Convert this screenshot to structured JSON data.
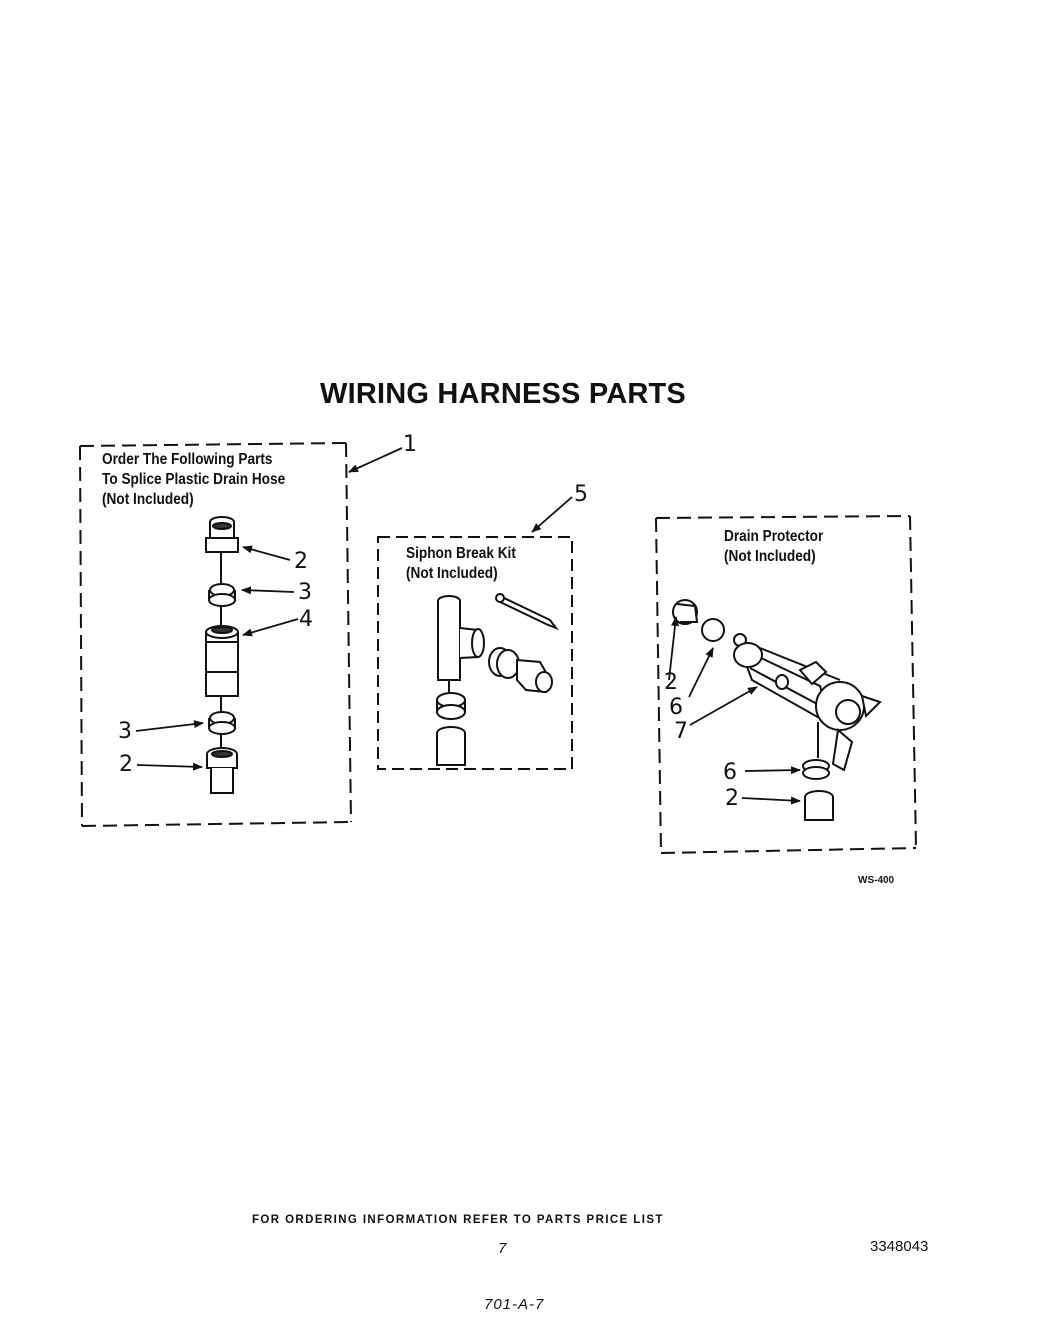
{
  "title": "WIRING HARNESS PARTS",
  "panels": {
    "splice": {
      "line1": "Order The Following Parts",
      "line2": "To Splice Plastic Drain Hose",
      "line3": "(Not Included)"
    },
    "siphon": {
      "line1": "Siphon Break Kit",
      "line2": "(Not Included)"
    },
    "drain": {
      "line1": "Drain Protector",
      "line2": "(Not Included)"
    }
  },
  "callouts": {
    "c1": "1",
    "c5": "5",
    "splice_2a": "2",
    "splice_3a": "3",
    "splice_4": "4",
    "splice_3b": "3",
    "splice_2b": "2",
    "drain_2a": "2",
    "drain_6a": "6",
    "drain_7": "7",
    "drain_6b": "6",
    "drain_2b": "2"
  },
  "figure_code": "WS-400",
  "footer": "FOR ORDERING INFORMATION REFER TO PARTS PRICE LIST",
  "page_number": "7",
  "document_number": "3348043",
  "handwritten_code": "701-A-7"
}
